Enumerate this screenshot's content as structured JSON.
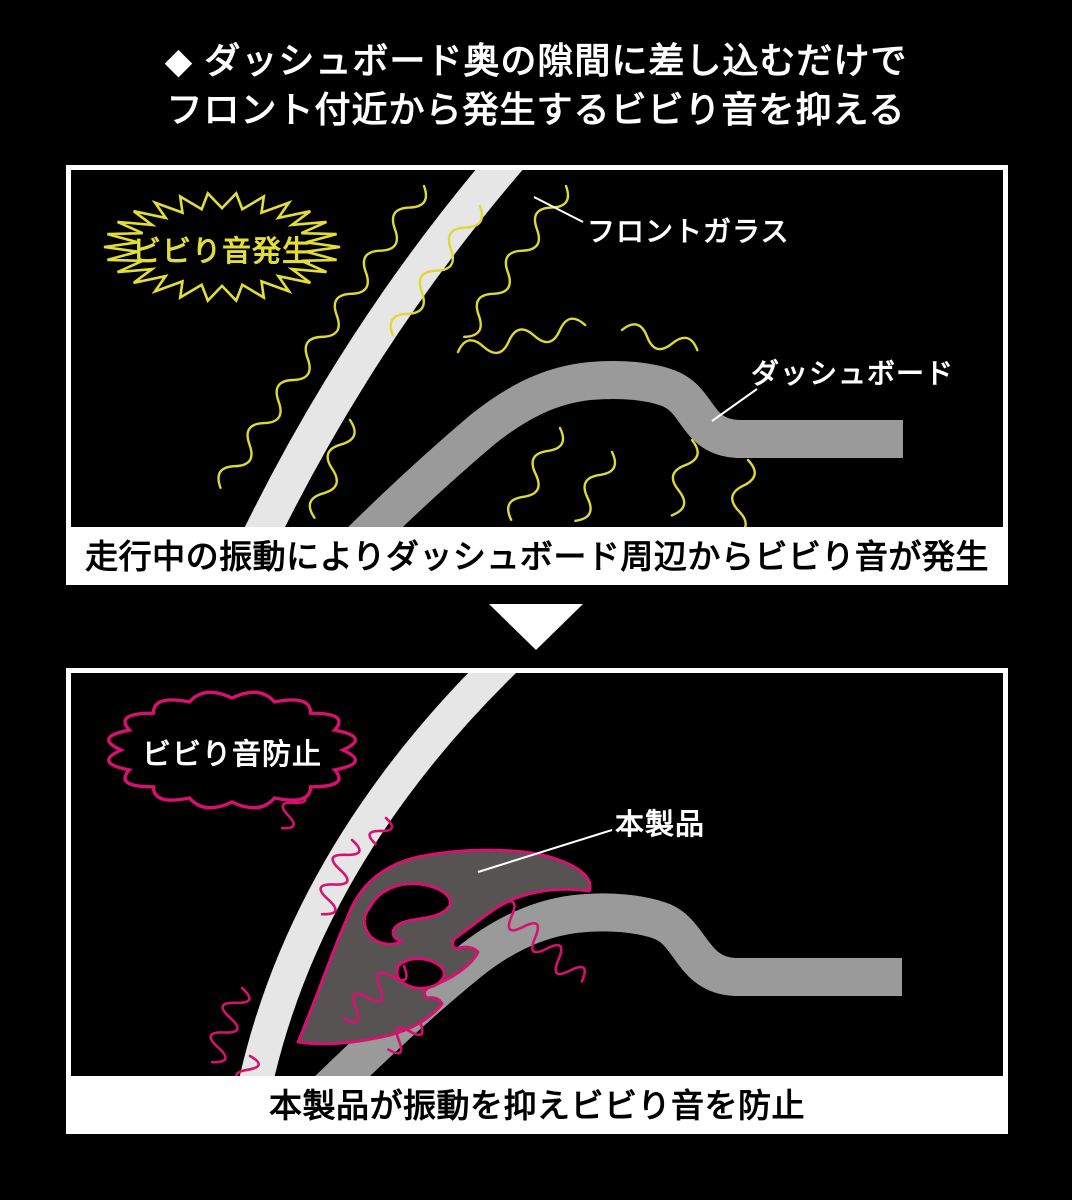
{
  "header": {
    "line1": "◆ ダッシュボード奥の隙間に差し込むだけで",
    "line2": "フロント付近から発生するビビり音を抑える"
  },
  "before_panel": {
    "badge": "ビビり音発生",
    "windshield_label": "フロントガラス",
    "dashboard_label": "ダッシュボード",
    "caption": "走行中の振動によりダッシュボード周辺からビビり音が発生"
  },
  "after_panel": {
    "badge": "ビビり音防止",
    "product_label": "本製品",
    "caption": "本製品が振動を抑えビビり音を防止"
  },
  "colors": {
    "background": "#000000",
    "panel_border": "#ffffff",
    "caption_bar": "#ffffff",
    "caption_text": "#000000",
    "vibration_yellow": "#e3dd37",
    "prevention_magenta": "#d5126f",
    "windshield_gray": "#e6e6e6",
    "dashboard_gray": "#9a9a9a",
    "product_gray": "#575353"
  }
}
